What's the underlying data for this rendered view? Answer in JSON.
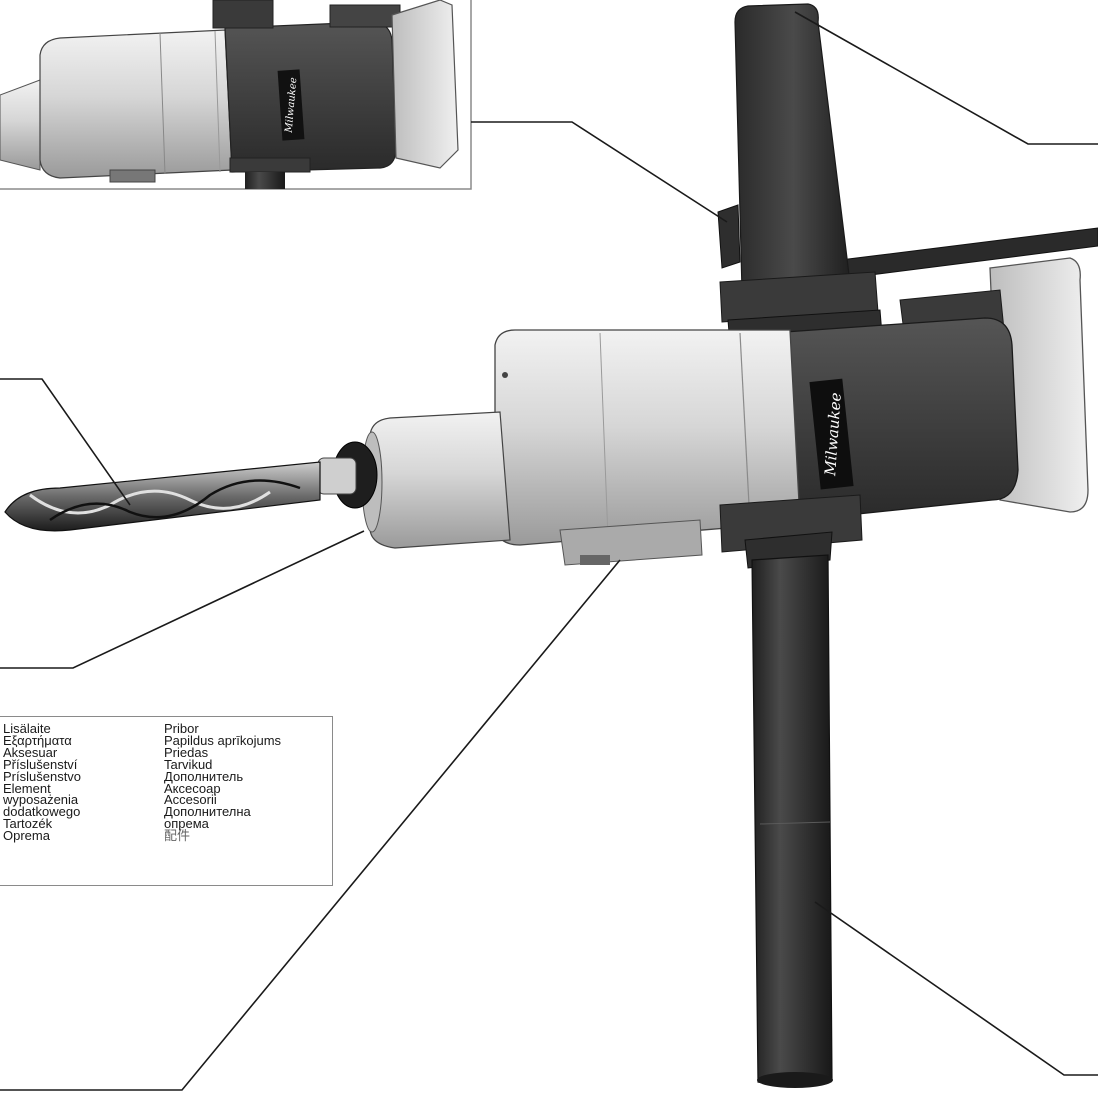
{
  "brand": {
    "wordmark": "Milwaukee"
  },
  "legend": {
    "left_column": [
      "Lisälaite",
      "Εξαρτήματα",
      "Aksesuar",
      "Příslušenství",
      "Príslušenstvo",
      "Element",
      "wyposażenia",
      "dodatkowego",
      "Tartozék",
      "Oprema"
    ],
    "right_column": [
      "Pribor",
      "Papildus aprīkojums",
      "Priedas",
      "Tarvikud",
      "Дополнитель",
      "Аксесоар",
      "Accesorii",
      "Дополнителна",
      "опрема",
      "配件"
    ]
  },
  "colors": {
    "housing_light": "#d9d9d9",
    "housing_dark": "#3a3a3a",
    "line": "#1a1a1a",
    "frame": "#8a8a8a"
  }
}
